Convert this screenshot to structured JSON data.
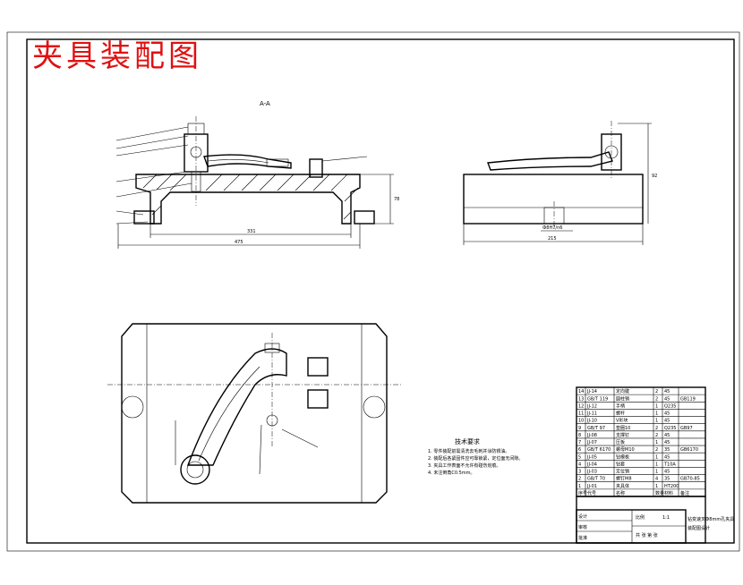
{
  "title": "夹具装配图",
  "section_label": "A-A",
  "dimensions": {
    "front_inner": "331",
    "front_overall": "475",
    "front_height": "78",
    "side_width": "215",
    "side_height": "92",
    "side_note": "Ф8H7/n6"
  },
  "technical_requirements": {
    "heading": "技术要求",
    "lines": [
      "1. 零件装配前需清洗去毛刺并涂防锈油。",
      "2. 装配后各紧固件应可靠锁紧，定位面无间隙。",
      "3. 夹具工作表面不允许有碰伤划痕。",
      "4. 未注倒角C0.5mm。"
    ]
  },
  "parts_list": [
    {
      "no": "1",
      "code": "JJ-01",
      "name": "夹具体",
      "qty": "1",
      "material": "HT200",
      "note": ""
    },
    {
      "no": "2",
      "code": "GB/T 70",
      "name": "螺钉M8",
      "qty": "4",
      "material": "35",
      "note": "GB70-85"
    },
    {
      "no": "3",
      "code": "JJ-03",
      "name": "定位销",
      "qty": "1",
      "material": "45",
      "note": ""
    },
    {
      "no": "4",
      "code": "JJ-04",
      "name": "钻套",
      "qty": "1",
      "material": "T10A",
      "note": ""
    },
    {
      "no": "5",
      "code": "JJ-05",
      "name": "钻模板",
      "qty": "1",
      "material": "45",
      "note": ""
    },
    {
      "no": "6",
      "code": "GB/T 6170",
      "name": "螺母M10",
      "qty": "2",
      "material": "35",
      "note": "GB6170"
    },
    {
      "no": "7",
      "code": "JJ-07",
      "name": "压板",
      "qty": "1",
      "material": "45",
      "note": ""
    },
    {
      "no": "8",
      "code": "JJ-08",
      "name": "支撑钉",
      "qty": "2",
      "material": "45",
      "note": ""
    },
    {
      "no": "9",
      "code": "GB/T 97",
      "name": "垫圈10",
      "qty": "2",
      "material": "Q235",
      "note": "GB97"
    },
    {
      "no": "10",
      "code": "JJ-10",
      "name": "V形块",
      "qty": "1",
      "material": "45",
      "note": ""
    },
    {
      "no": "11",
      "code": "JJ-11",
      "name": "螺杆",
      "qty": "1",
      "material": "45",
      "note": ""
    },
    {
      "no": "12",
      "code": "JJ-12",
      "name": "手柄",
      "qty": "1",
      "material": "Q235",
      "note": ""
    },
    {
      "no": "13",
      "code": "GB/T 119",
      "name": "圆柱销",
      "qty": "2",
      "material": "45",
      "note": "GB119"
    },
    {
      "no": "14",
      "code": "JJ-14",
      "name": "定向键",
      "qty": "2",
      "material": "45",
      "note": ""
    }
  ],
  "parts_header": {
    "no": "序号",
    "code": "代号",
    "name": "名称",
    "qty": "数量",
    "material": "材料",
    "note": "备注"
  },
  "title_block": {
    "drawing_name": "钻变速叉Ф8mm孔夹具",
    "subtitle": "装配图设计",
    "scale_label": "比例",
    "scale": "1:1",
    "sheet": "共 张 第 张",
    "designer": "设计",
    "checker": "审核",
    "approver": "批准"
  }
}
